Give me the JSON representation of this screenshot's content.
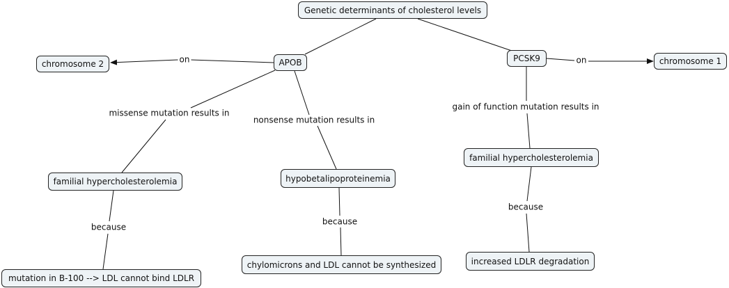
{
  "concepts": {
    "root": "Genetic determinants of cholesterol levels",
    "apob": "APOB",
    "pcsk9": "PCSK9",
    "chromosome_2": "chromosome 2",
    "chromosome_1": "chromosome 1",
    "fh_apob": "familial hypercholesterolemia",
    "hypobeta": "hypobetalipoproteinemia",
    "fh_pcsk9": "familial hypercholesterolemia",
    "b100_mutation": "mutation in B-100 --> LDL cannot bind LDLR",
    "chylo": "chylomicrons and LDL cannot be synthesized",
    "ldlr_degradation": "increased LDLR degradation"
  },
  "links": {
    "apob_on": "on",
    "pcsk9_on": "on",
    "missense": "missense mutation results in",
    "nonsense": "nonsense mutation results in",
    "gain_of_function": "gain of function mutation results in",
    "because_fh_apob": "because",
    "because_hypobeta": "because",
    "because_fh_pcsk9": "because"
  }
}
